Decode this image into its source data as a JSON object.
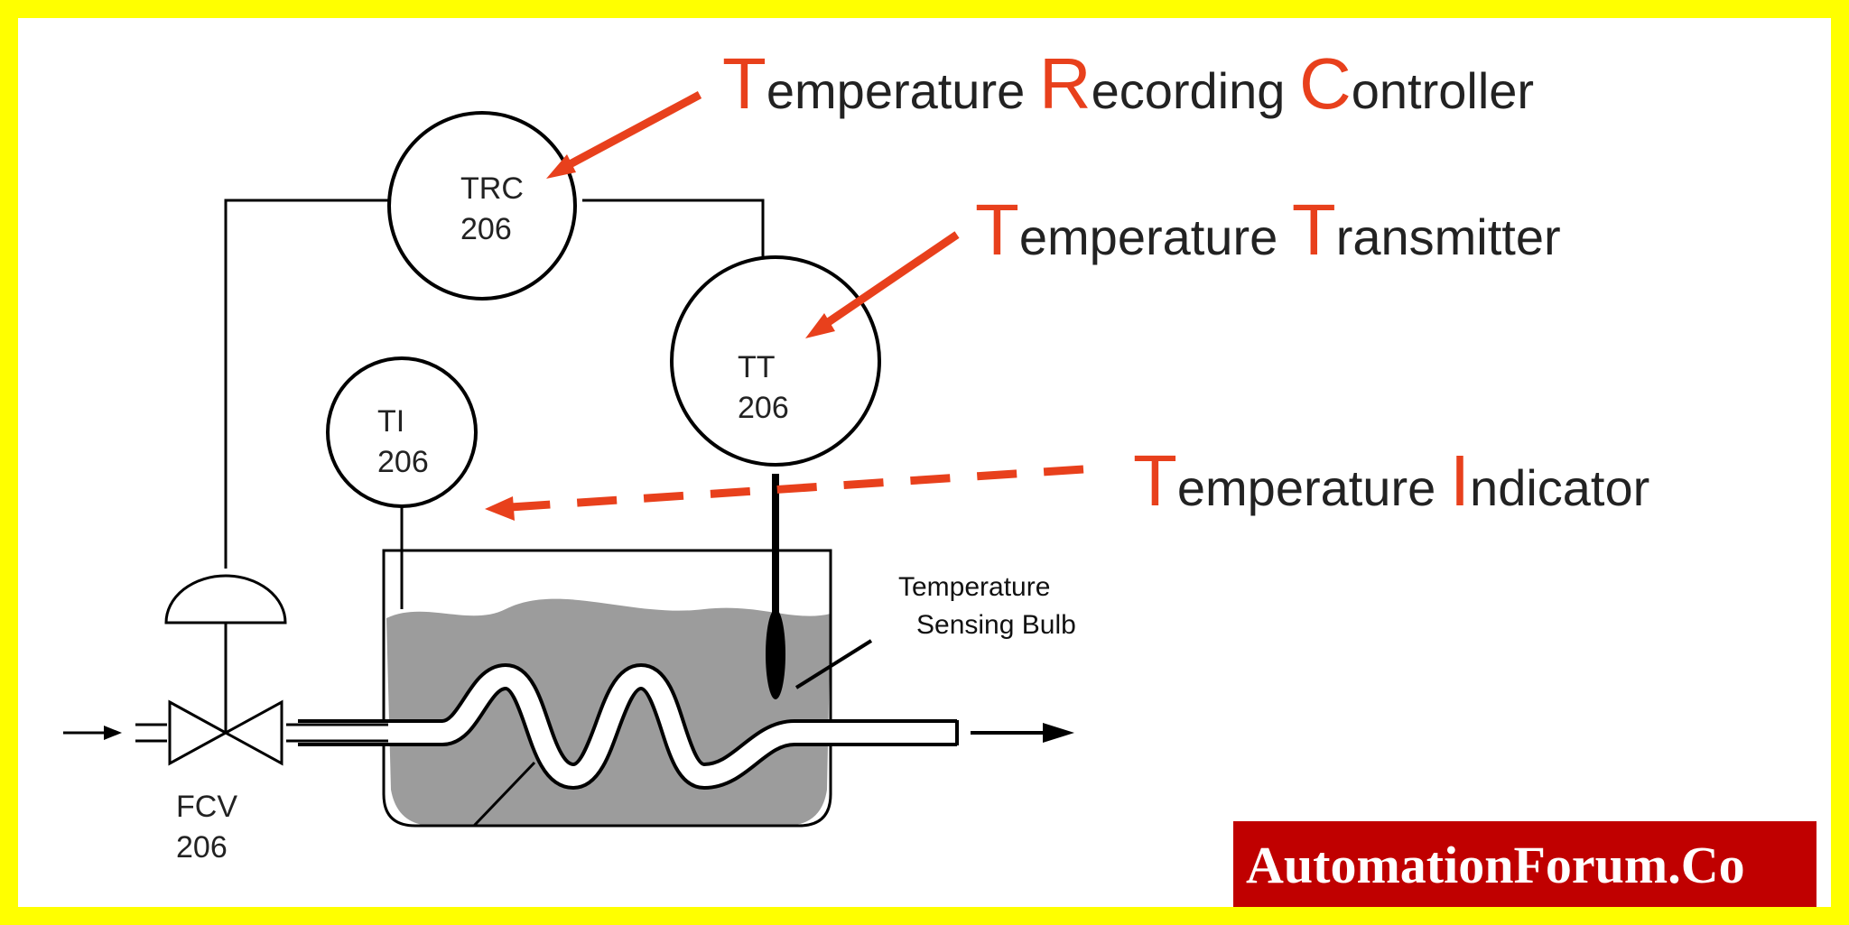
{
  "colors": {
    "border": "#FFFF00",
    "accent": "#E8401C",
    "liquid": "#9C9C9C",
    "line": "#000000",
    "brand_bg": "#C00000"
  },
  "callouts": [
    {
      "cap1": "T",
      "rest1": "emperature ",
      "cap2": "R",
      "rest2": "ecording ",
      "cap3": "C",
      "rest3": "ontroller"
    },
    {
      "cap1": "T",
      "rest1": "emperature ",
      "cap2": "T",
      "rest2": "ransmitter"
    },
    {
      "cap1": "T",
      "rest1": "emperature ",
      "cap2": "I",
      "rest2": "ndicator"
    }
  ],
  "instruments": {
    "trc": {
      "line1": "TRC",
      "line2": "206"
    },
    "tt": {
      "line1": "TT",
      "line2": "206"
    },
    "ti": {
      "line1": "TI",
      "line2": "206"
    },
    "fcv": {
      "line1": "FCV",
      "line2": "206"
    }
  },
  "bulb_label": {
    "line1": "Temperature",
    "line2": "Sensing Bulb"
  },
  "brand": "AutomationForum.Co"
}
